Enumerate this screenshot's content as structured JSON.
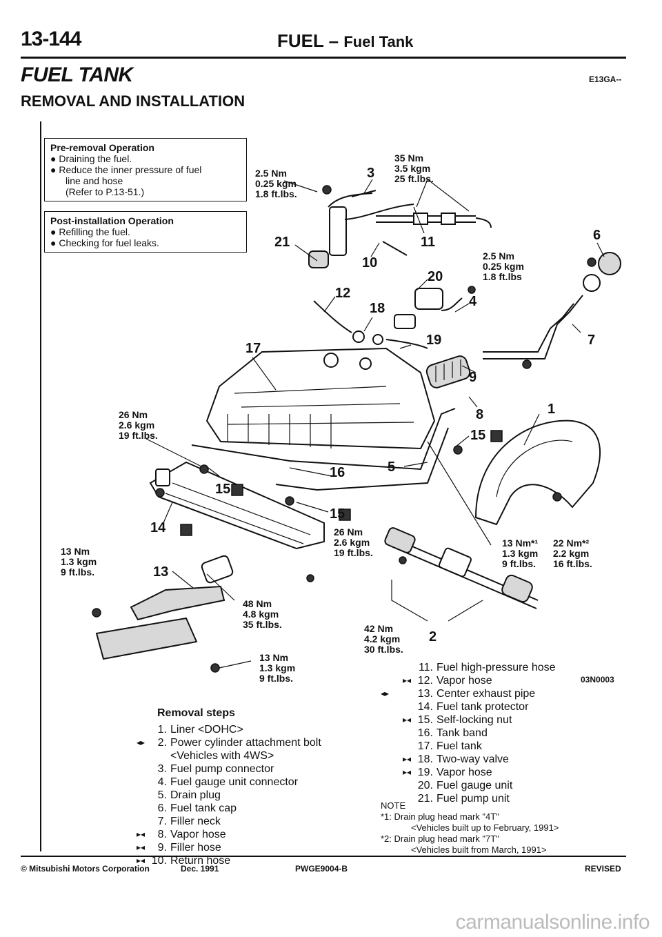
{
  "header": {
    "page_number": "13-144",
    "section": "FUEL",
    "separator": "–",
    "subsection": "Fuel Tank"
  },
  "title": "FUEL TANK",
  "subtitle": "REMOVAL AND INSTALLATION",
  "code": "E13GA--",
  "pre_removal": {
    "heading": "Pre-removal Operation",
    "items": [
      "Draining the fuel.",
      "Reduce the inner pressure of fuel",
      "line and hose",
      "(Refer to P.13-51.)"
    ]
  },
  "post_installation": {
    "heading": "Post-installation Operation",
    "items": [
      "Refilling the fuel.",
      "Checking for fuel leaks."
    ]
  },
  "torques": [
    {
      "nm": "2.5 Nm",
      "kgm": "0.25 kgm",
      "ftlbs": "1.8 ft.lbs."
    },
    {
      "nm": "35 Nm",
      "kgm": "3.5 kgm",
      "ftlbs": "25 ft.lbs."
    },
    {
      "nm": "2.5 Nm",
      "kgm": "0.25 kgm",
      "ftlbs": "1.8 ft.lbs"
    },
    {
      "nm": "26 Nm",
      "kgm": "2.6 kgm",
      "ftlbs": "19 ft.lbs."
    },
    {
      "nm": "26 Nm",
      "kgm": "2.6 kgm",
      "ftlbs": "19 ft.lbs."
    },
    {
      "nm": "13 Nm",
      "kgm": "1.3 kgm",
      "ftlbs": "9 ft.lbs."
    },
    {
      "nm": "48 Nm",
      "kgm": "4.8 kgm",
      "ftlbs": "35 ft.lbs."
    },
    {
      "nm": "13 Nm",
      "kgm": "1.3 kgm",
      "ftlbs": "9 ft.lbs."
    },
    {
      "nm": "42 Nm",
      "kgm": "4.2 kgm",
      "ftlbs": "30 ft.lbs."
    },
    {
      "nm": "13 Nm*¹",
      "kgm": "1.3 kgm",
      "ftlbs": "9 ft.lbs."
    },
    {
      "nm": "22 Nm*²",
      "kgm": "2.2 kgm",
      "ftlbs": "16 ft.lbs."
    }
  ],
  "callouts": [
    "3",
    "21",
    "10",
    "11",
    "6",
    "20",
    "4",
    "12",
    "18",
    "19",
    "7",
    "17",
    "9",
    "8",
    "1",
    "15",
    "15",
    "16",
    "5",
    "15",
    "14",
    "13",
    "2"
  ],
  "figure_code": "03N0003",
  "removal_steps": {
    "heading": "Removal steps",
    "items": [
      {
        "num": "1.",
        "text": "Liner <DOHC>",
        "mark": ""
      },
      {
        "num": "2.",
        "text": "Power cylinder attachment bolt",
        "mark": "◂▸"
      },
      {
        "num": "",
        "text": "<Vehicles with 4WS>",
        "mark": ""
      },
      {
        "num": "3.",
        "text": "Fuel pump connector",
        "mark": ""
      },
      {
        "num": "4.",
        "text": "Fuel gauge unit connector",
        "mark": ""
      },
      {
        "num": "5.",
        "text": "Drain plug",
        "mark": ""
      },
      {
        "num": "6.",
        "text": "Fuel tank cap",
        "mark": ""
      },
      {
        "num": "7.",
        "text": "Filler neck",
        "mark": ""
      },
      {
        "num": "8.",
        "text": "Vapor hose",
        "mark": "▸◂"
      },
      {
        "num": "9.",
        "text": "Filler hose",
        "mark": "▸◂"
      },
      {
        "num": "10.",
        "text": "Return hose",
        "mark": "▸◂"
      }
    ],
    "items_right": [
      {
        "num": "11.",
        "text": "Fuel high-pressure hose",
        "mark": ""
      },
      {
        "num": "12.",
        "text": "Vapor hose",
        "mark": "▸◂"
      },
      {
        "num": "13.",
        "text": "Center exhaust pipe",
        "mark": "◂▸"
      },
      {
        "num": "14.",
        "text": "Fuel tank protector",
        "mark": ""
      },
      {
        "num": "15.",
        "text": "Self-locking nut",
        "mark": "▸◂"
      },
      {
        "num": "16.",
        "text": "Tank band",
        "mark": ""
      },
      {
        "num": "17.",
        "text": "Fuel tank",
        "mark": ""
      },
      {
        "num": "18.",
        "text": "Two-way valve",
        "mark": "▸◂"
      },
      {
        "num": "19.",
        "text": "Vapor hose",
        "mark": "▸◂"
      },
      {
        "num": "20.",
        "text": "Fuel gauge unit",
        "mark": ""
      },
      {
        "num": "21.",
        "text": "Fuel pump unit",
        "mark": ""
      }
    ]
  },
  "note": {
    "heading": "NOTE",
    "lines": [
      "*1: Drain plug head mark \"4T\"",
      "<Vehicles built up to February, 1991>",
      "*2: Drain plug head mark \"7T\"",
      "<Vehicles built from March, 1991>"
    ]
  },
  "footer": {
    "copyright": "© Mitsubishi Motors Corporation",
    "date": "Dec. 1991",
    "doc_code": "PWGE9004-B",
    "status": "REVISED"
  },
  "watermark": "carmanualsonline.info"
}
